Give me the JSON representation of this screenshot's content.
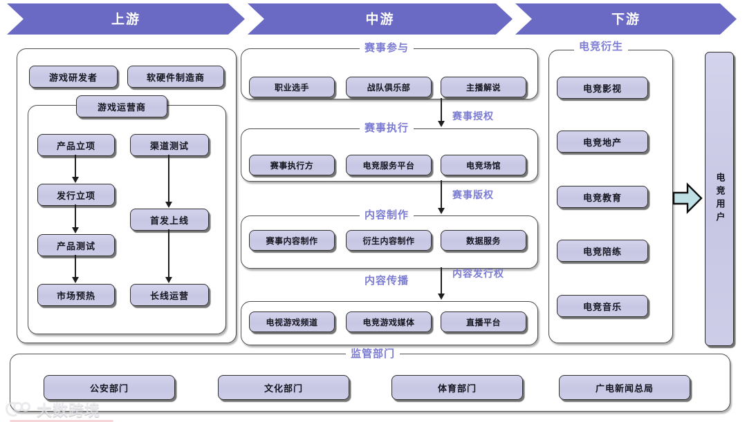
{
  "theme": {
    "header_fill": "#6a6ac4",
    "node_fill": "#cdcde8",
    "title_color": "#7b7bd2",
    "arrow_fill": "#bfe0e4",
    "line_color": "#1d1d1d"
  },
  "header": {
    "stages": [
      {
        "label": "上游"
      },
      {
        "label": "中游"
      },
      {
        "label": "下游"
      }
    ]
  },
  "upstream": {
    "top_nodes": [
      {
        "label": "游戏研发者"
      },
      {
        "label": "软硬件制造商"
      }
    ],
    "operator": {
      "label": "游戏运营商"
    },
    "left_chain": [
      {
        "label": "产品立项"
      },
      {
        "label": "发行立项"
      },
      {
        "label": "产品测试"
      },
      {
        "label": "市场预热"
      }
    ],
    "right_chain": [
      {
        "label": "渠道测试"
      },
      {
        "label": "首发上线"
      },
      {
        "label": "长线运营"
      }
    ]
  },
  "midstream": {
    "groups": [
      {
        "title": "赛事参与",
        "nodes": [
          {
            "label": "职业选手"
          },
          {
            "label": "战队俱乐部"
          },
          {
            "label": "主播解说"
          }
        ]
      },
      {
        "title": "赛事执行",
        "nodes": [
          {
            "label": "赛事执行方"
          },
          {
            "label": "电竞服务平台"
          },
          {
            "label": "电竞场馆"
          }
        ]
      },
      {
        "title": "内容制作",
        "nodes": [
          {
            "label": "赛事内容制作"
          },
          {
            "label": "衍生内容制作"
          },
          {
            "label": "数据服务"
          }
        ]
      },
      {
        "title": "内容传播",
        "nodes": [
          {
            "label": "电视游戏频道"
          },
          {
            "label": "电竞游戏媒体"
          },
          {
            "label": "直播平台"
          }
        ]
      }
    ],
    "flow_labels": [
      {
        "label": "赛事授权"
      },
      {
        "label": "赛事版权"
      },
      {
        "label": "内容发行权"
      }
    ]
  },
  "downstream": {
    "group": {
      "title": "电竞衍生",
      "nodes": [
        {
          "label": "电竞影视"
        },
        {
          "label": "电竞地产"
        },
        {
          "label": "电竞教育"
        },
        {
          "label": "电竞陪练"
        },
        {
          "label": "电竞音乐"
        }
      ]
    },
    "user_box": {
      "label": "电竞用户"
    }
  },
  "regulator": {
    "title": "监管部门",
    "nodes": [
      {
        "label": "公安部门"
      },
      {
        "label": "文化部门"
      },
      {
        "label": "体育部门"
      },
      {
        "label": "广电新闻总局"
      }
    ]
  },
  "watermark": {
    "text": "大数跨境"
  }
}
